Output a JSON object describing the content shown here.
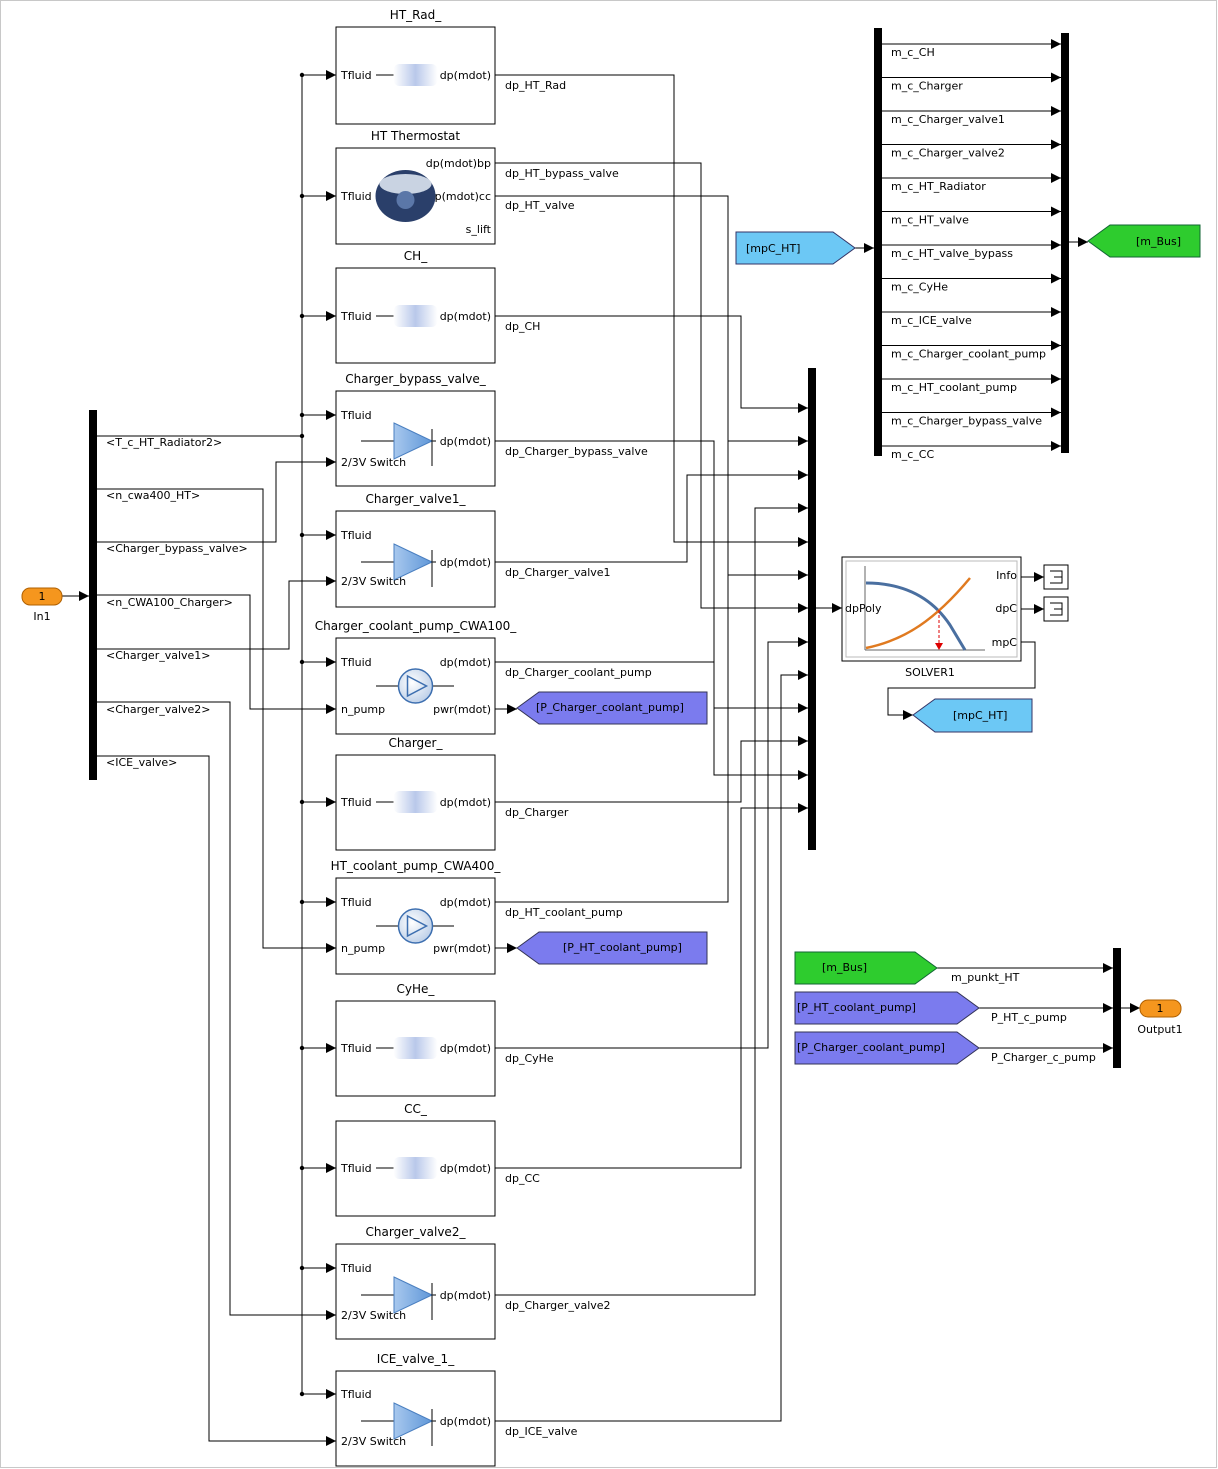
{
  "inport": {
    "number": "1",
    "name": "In1"
  },
  "outport": {
    "number": "1",
    "name": "Output1"
  },
  "in_bus_signals": [
    "<T_c_HT_Radiator2>",
    "<n_cwa400_HT>",
    "<Charger_bypass_valve>",
    "<n_CWA100_Charger>",
    "<Charger_valve1>",
    "<Charger_valve2>",
    "<ICE_valve>"
  ],
  "blocks": [
    {
      "title": "HT_Rad_",
      "type": "pipe",
      "ports_in": [
        "Tfluid"
      ],
      "ports_out": [
        "dp(mdot)"
      ],
      "out_signal": "dp_HT_Rad"
    },
    {
      "title": "HT Thermostat",
      "type": "thermostat",
      "ports_in": [
        "Tfluid"
      ],
      "ports_out": [
        "dp(mdot)bp",
        "dp(mdot)cc",
        "s_lift"
      ],
      "out_signal": "dp_HT_bypass_valve",
      "out_signal2": "dp_HT_valve"
    },
    {
      "title": "CH_",
      "type": "pipe",
      "ports_in": [
        "Tfluid"
      ],
      "ports_out": [
        "dp(mdot)"
      ],
      "out_signal": "dp_CH"
    },
    {
      "title": "Charger_bypass_valve_",
      "type": "valve",
      "ports_in": [
        "Tfluid",
        "2/3V Switch"
      ],
      "ports_out": [
        "dp(mdot)"
      ],
      "out_signal": "dp_Charger_bypass_valve"
    },
    {
      "title": "Charger_valve1_",
      "type": "valve",
      "ports_in": [
        "Tfluid",
        "2/3V Switch"
      ],
      "ports_out": [
        "dp(mdot)"
      ],
      "out_signal": "dp_Charger_valve1"
    },
    {
      "title": "Charger_coolant_pump_CWA100_",
      "type": "pump",
      "ports_in": [
        "Tfluid",
        "n_pump"
      ],
      "ports_out": [
        "dp(mdot)",
        "pwr(mdot)"
      ],
      "out_signal": "dp_Charger_coolant_pump",
      "goto": "[P_Charger_coolant_pump]"
    },
    {
      "title": "Charger_",
      "type": "pipe",
      "ports_in": [
        "Tfluid"
      ],
      "ports_out": [
        "dp(mdot)"
      ],
      "out_signal": "dp_Charger"
    },
    {
      "title": "HT_coolant_pump_CWA400_",
      "type": "pump",
      "ports_in": [
        "Tfluid",
        "n_pump"
      ],
      "ports_out": [
        "dp(mdot)",
        "pwr(mdot)"
      ],
      "out_signal": "dp_HT_coolant_pump",
      "goto": "[P_HT_coolant_pump]"
    },
    {
      "title": "CyHe_",
      "type": "pipe",
      "ports_in": [
        "Tfluid"
      ],
      "ports_out": [
        "dp(mdot)"
      ],
      "out_signal": "dp_CyHe"
    },
    {
      "title": "CC_",
      "type": "pipe",
      "ports_in": [
        "Tfluid"
      ],
      "ports_out": [
        "dp(mdot)"
      ],
      "out_signal": "dp_CC"
    },
    {
      "title": "Charger_valve2_",
      "type": "valve",
      "ports_in": [
        "Tfluid",
        "2/3V Switch"
      ],
      "ports_out": [
        "dp(mdot)"
      ],
      "out_signal": "dp_Charger_valve2"
    },
    {
      "title": "ICE_valve_1_",
      "type": "valve",
      "ports_in": [
        "Tfluid",
        "2/3V Switch"
      ],
      "ports_out": [
        "dp(mdot)"
      ],
      "out_signal": "dp_ICE_valve"
    }
  ],
  "solver": {
    "name": "SOLVER1",
    "port_in": "dpPoly",
    "ports_out": [
      "Info",
      "dpC",
      "mpC"
    ]
  },
  "from_mpc": "[mpC_HT]",
  "goto_mpc": "[mpC_HT]",
  "goto_mbus": "[m_Bus]",
  "mass_bus_signals": [
    "m_c_CH",
    "m_c_Charger",
    "m_c_Charger_valve1",
    "m_c_Charger_valve2",
    "m_c_HT_Radiator",
    "m_c_HT_valve",
    "m_c_HT_valve_bypass",
    "m_c_CyHe",
    "m_c_ICE_valve",
    "m_c_Charger_coolant_pump",
    "m_c_HT_coolant_pump",
    "m_c_Charger_bypass_valve",
    "m_c_CC"
  ],
  "output_sources": [
    {
      "tag": "[m_Bus]",
      "signal": "m_punkt_HT"
    },
    {
      "tag": "[P_HT_coolant_pump]",
      "signal": "P_HT_c_pump"
    },
    {
      "tag": "[P_Charger_coolant_pump]",
      "signal": "P_Charger_c_pump"
    }
  ],
  "colors": {
    "inport": "#f5961e",
    "from_mpc": "#6cc8f5",
    "goto_power": "#7b7bee",
    "goto_bus": "#2ecc2e",
    "bus_bar": "#000000",
    "curve_a": "#4a6fa0",
    "curve_b": "#e07a20"
  }
}
